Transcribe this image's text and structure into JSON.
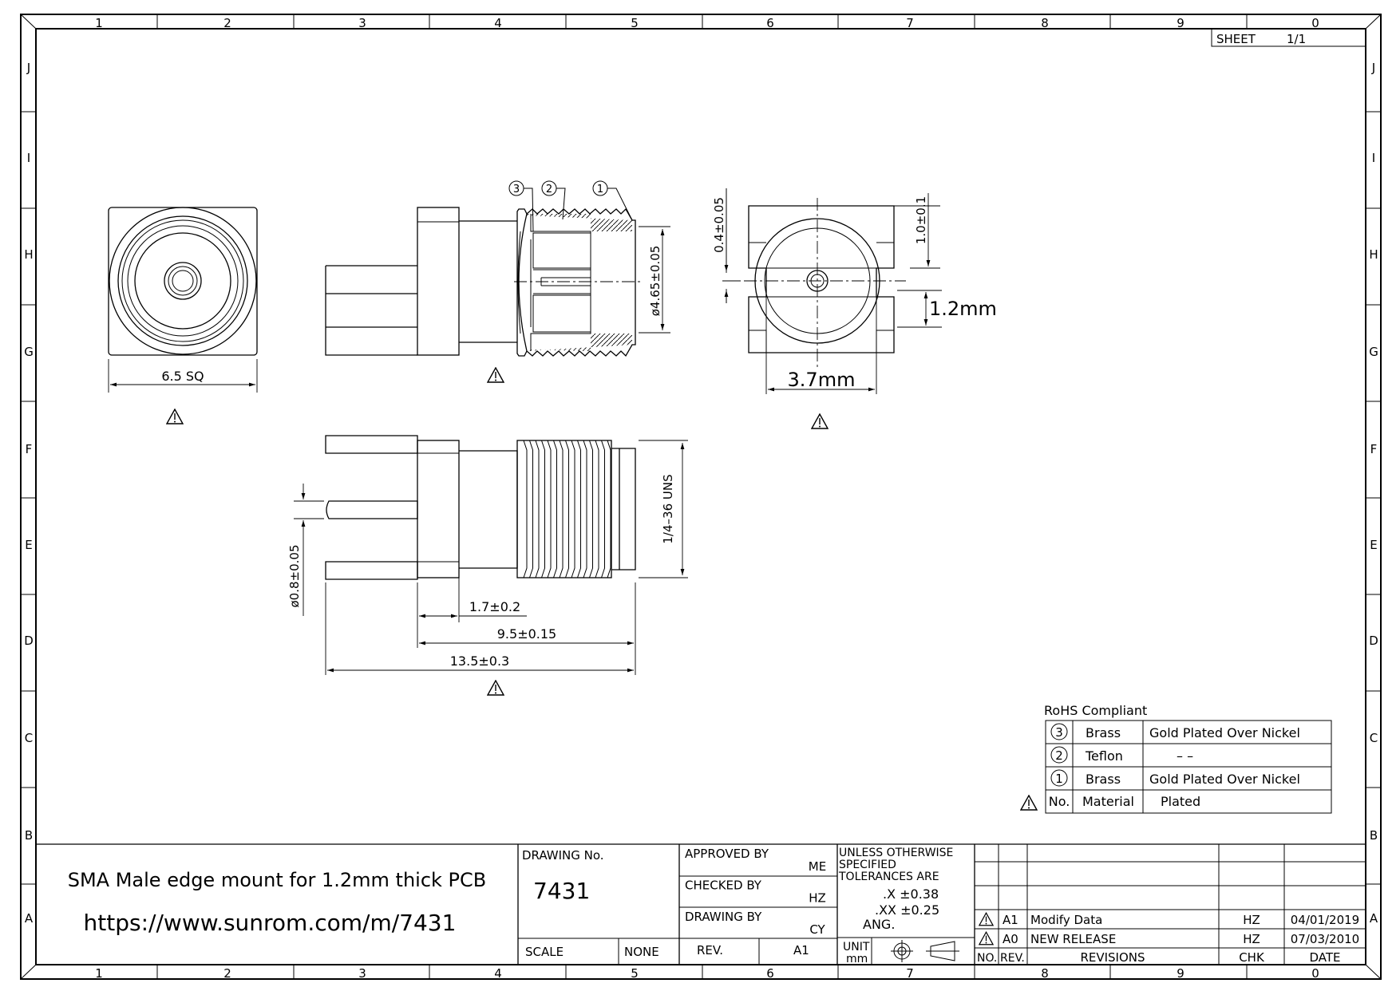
{
  "sheet": {
    "label": "SHEET",
    "value": "1/1"
  },
  "grid": {
    "columns": [
      "1",
      "2",
      "3",
      "4",
      "5",
      "6",
      "7",
      "8",
      "9",
      "0"
    ],
    "rows": [
      "J",
      "I",
      "H",
      "G",
      "F",
      "E",
      "D",
      "C",
      "B",
      "A"
    ]
  },
  "title": {
    "description": "SMA Male edge mount for 1.2mm thick PCB",
    "url": "https://www.sunrom.com/m/7431"
  },
  "drawing_no": {
    "label": "DRAWING No.",
    "value": "7431"
  },
  "scale": {
    "label": "SCALE",
    "value": "NONE"
  },
  "rev": {
    "label": "REV.",
    "value": "A1"
  },
  "approvals": [
    {
      "label": "APPROVED BY",
      "value": "ME"
    },
    {
      "label": "CHECKED BY",
      "value": "HZ"
    },
    {
      "label": "DRAWING BY",
      "value": "CY"
    }
  ],
  "tolerances": {
    "heading": [
      "UNLESS OTHERWISE",
      "SPECIFIED",
      "TOLERANCES ARE"
    ],
    "x": ".X  ±0.38",
    "xx": ".XX  ±0.25",
    "ang": "ANG.",
    "unit_label": "UNIT",
    "unit_value": "mm"
  },
  "revisions": {
    "headers": {
      "no": "NO.",
      "rev": "REV.",
      "revisions": "REVISIONS",
      "chk": "CHK",
      "date": "DATE"
    },
    "rows": [
      {
        "rev": "A1",
        "description": "Modify Data",
        "chk": "HZ",
        "date": "04/01/2019"
      },
      {
        "rev": "A0",
        "description": "NEW RELEASE",
        "chk": "HZ",
        "date": "07/03/2010"
      }
    ]
  },
  "materials": {
    "title": "RoHS Compliant",
    "rows": [
      {
        "no": "3",
        "material": "Brass",
        "plated": "Gold  Plated  Over  Nickel"
      },
      {
        "no": "2",
        "material": "Teflon",
        "plated": "– –"
      },
      {
        "no": "1",
        "material": "Brass",
        "plated": "Gold  Plated  Over  Nickel"
      }
    ],
    "header": {
      "no": "No.",
      "material": "Material",
      "plated": "Plated"
    }
  },
  "dimensions": {
    "front_width": "6.5  SQ",
    "body_dia": "ø4.65±0.05",
    "pin_offset": "0.4±0.05",
    "pin_height": "1.0±0.1",
    "pcb_thickness": "1.2mm",
    "slot_width": "3.7mm",
    "thread": "1/4–36  UNS",
    "pin_dia": "ø0.8±0.05",
    "flange": "1.7±0.2",
    "body_len": "9.5±0.15",
    "overall_len": "13.5±0.3"
  },
  "callouts": [
    "3",
    "2",
    "1"
  ]
}
